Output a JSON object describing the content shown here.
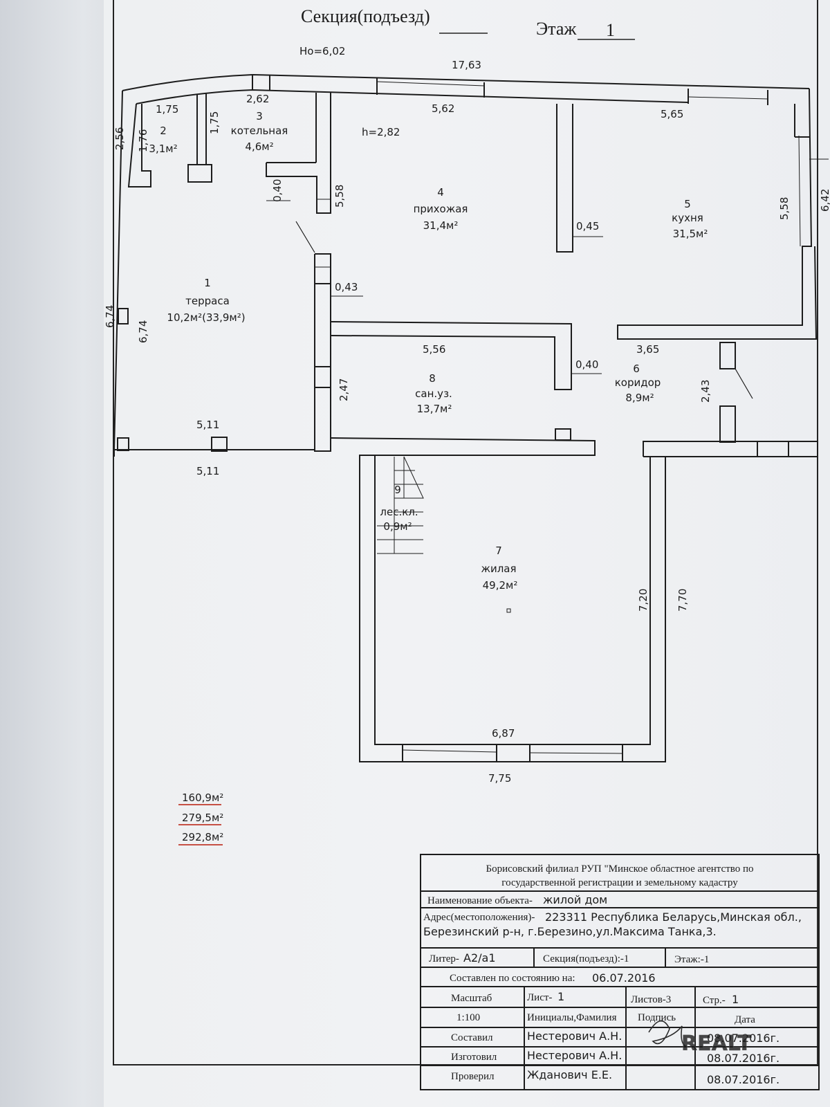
{
  "header": {
    "section_label": "Секция(подъезд)",
    "floor_label": "Этаж",
    "floor_value": "1"
  },
  "annotations": {
    "ho": "Ho=6,02",
    "h": "h=2,82"
  },
  "dimensions": [
    "17,63",
    "2,62",
    "5,62",
    "5,65",
    "1,75",
    "2,56",
    "1,76",
    "1,75",
    "0,40",
    "5,58",
    "0,45",
    "5,58",
    "6,42",
    "0,43",
    "6,74",
    "6,74",
    "5,56",
    "0,40",
    "3,65",
    "2,47",
    "2,43",
    "5,11",
    "5,11",
    "6,87",
    "7,75",
    "7,20",
    "7,70"
  ],
  "rooms": [
    {
      "num": "1",
      "name": "терраса",
      "area": "10,2м²(33,9м²)"
    },
    {
      "num": "2",
      "name": "",
      "area": "3,1м²"
    },
    {
      "num": "3",
      "name": "котельная",
      "area": "4,6м²"
    },
    {
      "num": "4",
      "name": "прихожая",
      "area": "31,4м²"
    },
    {
      "num": "5",
      "name": "кухня",
      "area": "31,5м²"
    },
    {
      "num": "6",
      "name": "коридор",
      "area": "8,9м²"
    },
    {
      "num": "7",
      "name": "жилая",
      "area": "49,2м²"
    },
    {
      "num": "8",
      "name": "сан.уз.",
      "area": "13,7м²"
    },
    {
      "num": "9",
      "name": "лес.кл.",
      "area": "0,9м²"
    }
  ],
  "totals": [
    "160,9м²",
    "279,5м²",
    "292,8м²"
  ],
  "colors": {
    "ink": "#1c1c1c",
    "underline": "#c0392b"
  },
  "title_block": {
    "org_line1": "Борисовский филиал РУП \"Минское областное агентство по",
    "org_line2": "государственной регистрации и земельному кадастру",
    "object_label": "Наименование объекта-",
    "object_value": "жилой дом",
    "address_label": "Адрес(местоположения)-",
    "address_value1": "223311 Республика Беларусь,Минская обл.,",
    "address_value2": "Березинский р-н, г.Березино,ул.Максима Танка,3.",
    "liter_label": "Литер-",
    "liter_value": "А2/а1",
    "section_label": "Секция(подъезд):-1",
    "floor_label": "Этаж:-1",
    "state_label": "Составлен по состоянию на:",
    "state_date": "06.07.2016",
    "scale_label": "Масштаб",
    "scale_value": "1:100",
    "sheet_label": "Лист-",
    "sheet_value": "1",
    "sheets_label": "Листов-3",
    "page_label": "Стр.-",
    "page_value": "1",
    "initials_label": "Инициалы,Фамилия",
    "signature_label": "Подпись",
    "date_label": "Дата",
    "rows": [
      {
        "role": "Составил",
        "name": "Нестерович А.Н.",
        "date": "08.07.2016г."
      },
      {
        "role": "Изготовил",
        "name": "Нестерович А.Н.",
        "date": "08.07.2016г."
      },
      {
        "role": "Проверил",
        "name": "Жданович Е.Е.",
        "date": "08.07.2016г."
      }
    ]
  },
  "watermark": "REALT"
}
